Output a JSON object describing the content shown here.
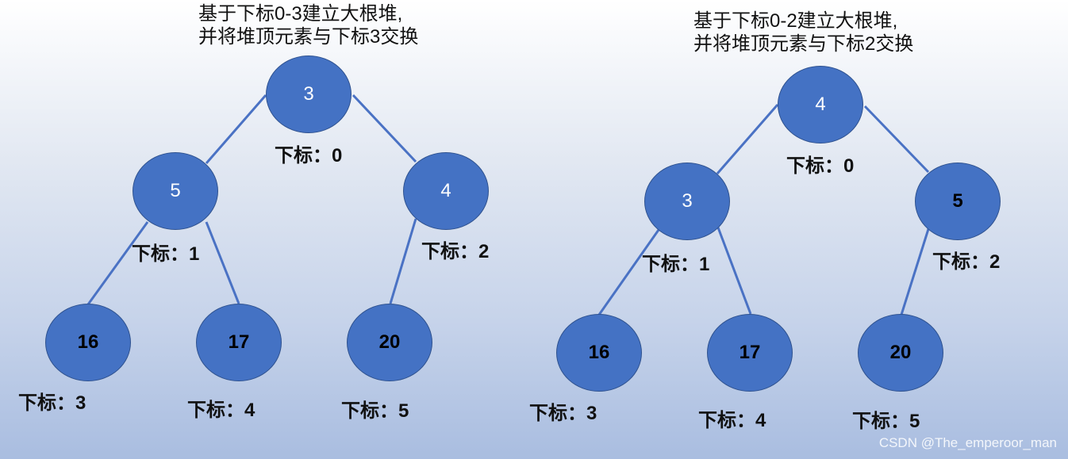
{
  "index_prefix": "下标：",
  "left": {
    "caption_line1": "基于下标0-3建立大根堆,",
    "caption_line2": "并将堆顶元素与下标3交换",
    "nodes": [
      {
        "value": "3",
        "index": "0"
      },
      {
        "value": "5",
        "index": "1"
      },
      {
        "value": "4",
        "index": "2"
      },
      {
        "value": "16",
        "index": "3"
      },
      {
        "value": "17",
        "index": "4"
      },
      {
        "value": "20",
        "index": "5"
      }
    ]
  },
  "right": {
    "caption_line1": "基于下标0-2建立大根堆,",
    "caption_line2": "并将堆顶元素与下标2交换",
    "nodes": [
      {
        "value": "4",
        "index": "0"
      },
      {
        "value": "3",
        "index": "1"
      },
      {
        "value": "5",
        "index": "2"
      },
      {
        "value": "16",
        "index": "3"
      },
      {
        "value": "17",
        "index": "4"
      },
      {
        "value": "20",
        "index": "5"
      }
    ]
  },
  "watermark": "CSDN @The_emperoor_man",
  "colors": {
    "node_fill": "#4472c4",
    "edge": "#4a72c4"
  }
}
